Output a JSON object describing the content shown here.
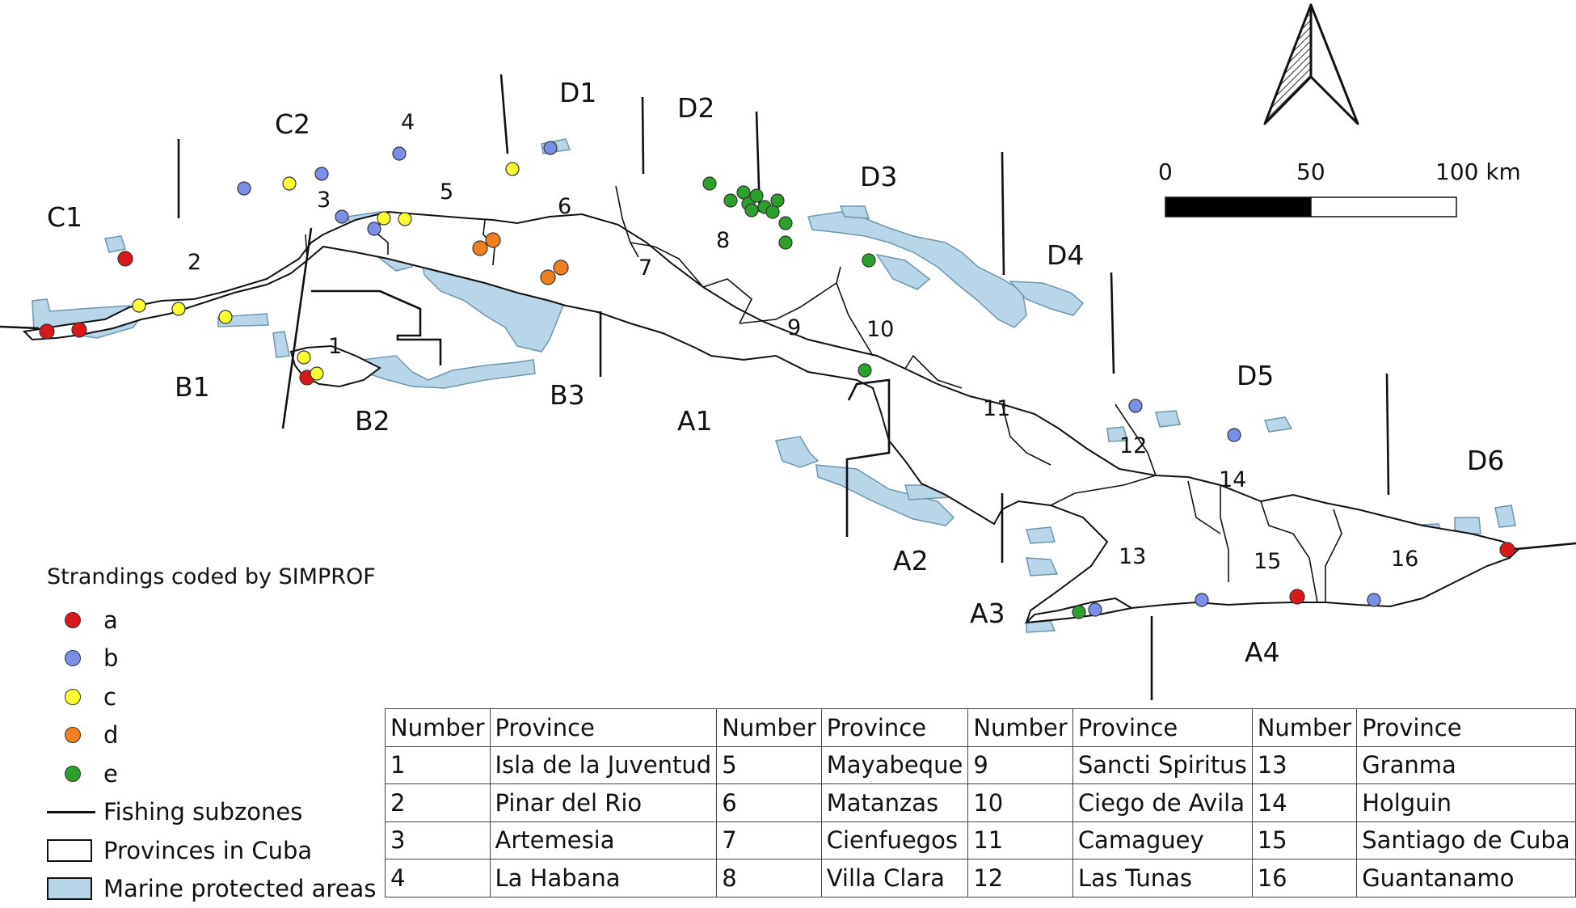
{
  "zones": [
    {
      "id": "C1",
      "label": "C1"
    },
    {
      "id": "C2",
      "label": "C2"
    },
    {
      "id": "4",
      "label": "4"
    },
    {
      "id": "D1",
      "label": "D1"
    },
    {
      "id": "D2",
      "label": "D2"
    },
    {
      "id": "D3",
      "label": "D3"
    },
    {
      "id": "D4",
      "label": "D4"
    },
    {
      "id": "D5",
      "label": "D5"
    },
    {
      "id": "D6",
      "label": "D6"
    },
    {
      "id": "B1",
      "label": "B1"
    },
    {
      "id": "B2",
      "label": "B2"
    },
    {
      "id": "B3",
      "label": "B3"
    },
    {
      "id": "A1",
      "label": "A1"
    },
    {
      "id": "A2",
      "label": "A2"
    },
    {
      "id": "A3",
      "label": "A3"
    },
    {
      "id": "A4",
      "label": "A4"
    }
  ],
  "province_numbers": [
    "1",
    "2",
    "3",
    "5",
    "6",
    "7",
    "8",
    "9",
    "10",
    "11",
    "12",
    "13",
    "14",
    "15",
    "16"
  ],
  "scale_bar": {
    "labels": [
      "0",
      "50",
      "100 km"
    ]
  },
  "legend": {
    "title": "Strandings coded by SIMPROF",
    "items": [
      {
        "type": "dot",
        "label": "a",
        "color": "#d7191c"
      },
      {
        "type": "dot",
        "label": "b",
        "color": "#7b8ee8"
      },
      {
        "type": "dot",
        "label": "c",
        "color": "#ffff33"
      },
      {
        "type": "dot",
        "label": "d",
        "color": "#f07f1d"
      },
      {
        "type": "dot",
        "label": "e",
        "color": "#2ca02c"
      },
      {
        "type": "line",
        "label": "Fishing subzones"
      },
      {
        "type": "box",
        "label": "Provinces in Cuba",
        "color": "#ffffff"
      },
      {
        "type": "box",
        "label": "Marine protected areas",
        "color": "#b8d6e8"
      }
    ]
  },
  "province_table": {
    "headers": [
      "Number",
      "Province",
      "Number",
      "Province",
      "Number",
      "Province",
      "Number",
      "Province"
    ],
    "rows": [
      [
        "1",
        "Isla de la Juventud",
        "5",
        "Mayabeque",
        "9",
        "Sancti Spiritus",
        "13",
        "Granma"
      ],
      [
        "2",
        "Pinar del Rio",
        "6",
        "Matanzas",
        "10",
        "Ciego de Avila",
        "14",
        "Holguin"
      ],
      [
        "3",
        "Artemesia",
        "7",
        "Cienfuegos",
        "11",
        "Camaguey",
        "15",
        "Santiago de Cuba"
      ],
      [
        "4",
        "La Habana",
        "8",
        "Villa Clara",
        "12",
        "Las Tunas",
        "16",
        "Guantanamo"
      ]
    ]
  },
  "colors": {
    "mpa": "#b8d6e8",
    "mpa_stroke": "#7fa5bd",
    "land": "#ffffff",
    "outline": "#111111"
  }
}
